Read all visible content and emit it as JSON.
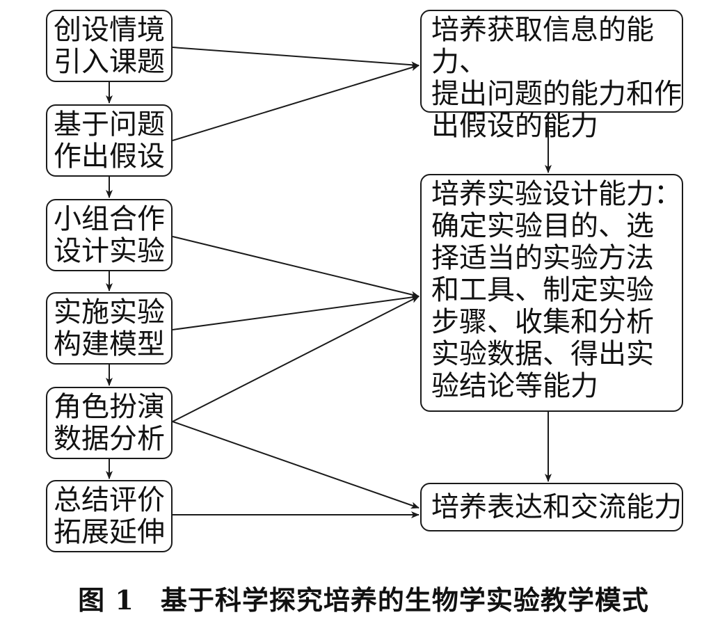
{
  "steps": [
    {
      "id": "s1",
      "text": "创设情境\n引入课题"
    },
    {
      "id": "s2",
      "text": "基于问题\n作出假设"
    },
    {
      "id": "s3",
      "text": "小组合作\n设计实验"
    },
    {
      "id": "s4",
      "text": "实施实验\n构建模型"
    },
    {
      "id": "s5",
      "text": "角色扮演\n数据分析"
    },
    {
      "id": "s6",
      "text": "总结评价\n拓展延伸"
    }
  ],
  "abilities": [
    {
      "id": "a1",
      "text": "培养获取信息的能力、\n提出问题的能力和作\n出假设的能力"
    },
    {
      "id": "a2",
      "text": "培养实验设计能力：\n确定实验目的、选\n择适当的实验方法\n和工具、制定实验\n步骤、收集和分析\n实验数据、得出实\n验结论等能力"
    },
    {
      "id": "a3",
      "text": "培养表达和交流能力"
    }
  ],
  "edges": [
    {
      "from": "s1",
      "to": "s2"
    },
    {
      "from": "s2",
      "to": "s3"
    },
    {
      "from": "s3",
      "to": "s4"
    },
    {
      "from": "s4",
      "to": "s5"
    },
    {
      "from": "s5",
      "to": "s6"
    },
    {
      "from": "s1",
      "to": "a1"
    },
    {
      "from": "s2",
      "to": "a1"
    },
    {
      "from": "s3",
      "to": "a2"
    },
    {
      "from": "s4",
      "to": "a2"
    },
    {
      "from": "s5",
      "to": "a2"
    },
    {
      "from": "s5",
      "to": "a3"
    },
    {
      "from": "s6",
      "to": "a3"
    },
    {
      "from": "a1",
      "to": "a2"
    },
    {
      "from": "a2",
      "to": "a3"
    }
  ],
  "caption": {
    "number": "图 1",
    "title": "基于科学探究培养的生物学实验教学模式"
  }
}
